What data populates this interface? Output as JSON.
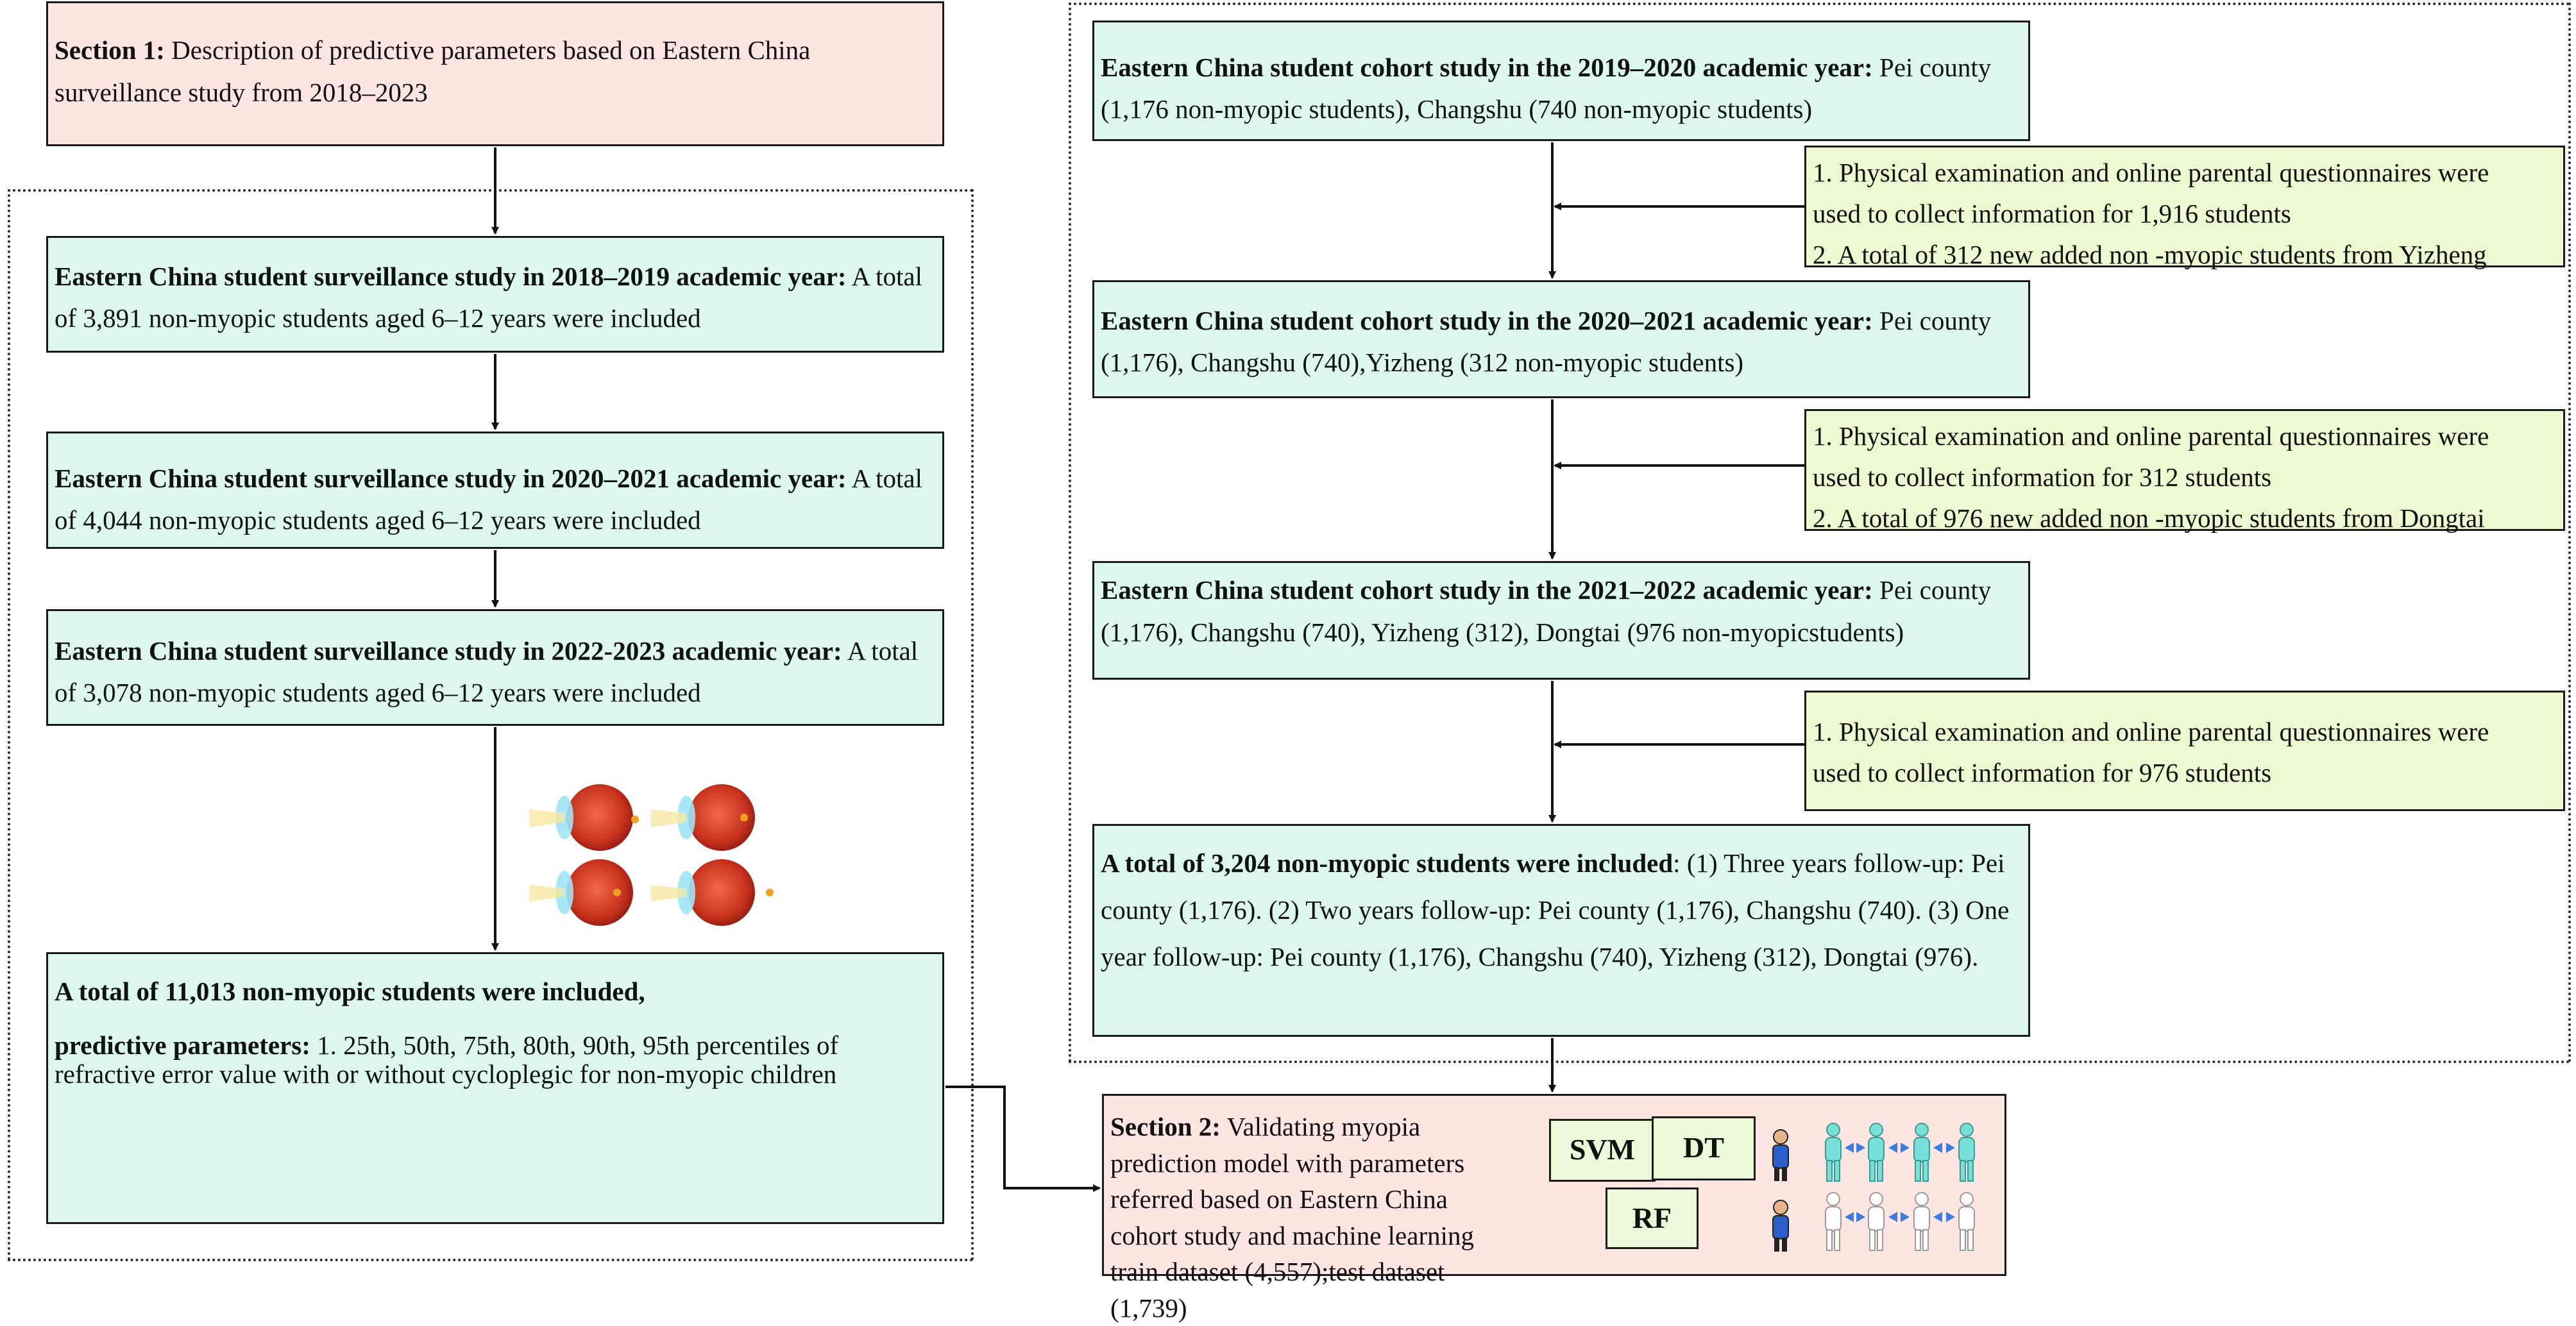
{
  "section1": {
    "label": "Section 1:",
    "text": "Description of predictive parameters based on Eastern China surveillance study from 2018–2023"
  },
  "left_boxes": [
    {
      "bold": "Eastern China student surveillance study in 2018–2019 academic year:",
      "text": "A total of 3,891 non-myopic students aged 6–12 years were included"
    },
    {
      "bold": "Eastern China student surveillance study in 2020–2021 academic year:",
      "text": "A total of 4,044 non-myopic students aged 6–12 years were included"
    },
    {
      "bold": "Eastern China student surveillance study in 2022-2023 academic year:",
      "text": "A total of 3,078 non-myopic students aged 6–12 years were included"
    }
  ],
  "left_total": {
    "bold1": "A total of 11,013 non-myopic students were included,",
    "bold2": "predictive parameters:",
    "text": "1. 25th, 50th, 75th, 80th, 90th, 95th percentiles of refractive error value with or without cycloplegic for non-myopic children"
  },
  "right_boxes": [
    {
      "bold": "Eastern China student cohort study in the 2019–2020 academic year:",
      "text": "Pei county (1,176 non-myopic students), Changshu (740 non-myopic students)"
    },
    {
      "bold": "Eastern China student cohort study in the 2020–2021 academic year:",
      "text": "Pei county (1,176), Changshu (740),Yizheng (312 non-myopic students)"
    },
    {
      "bold": "Eastern China student cohort study in the 2021–2022 academic year:",
      "text": "Pei county (1,176), Changshu (740), Yizheng (312), Dongtai (976 non-myopicstudents)"
    }
  ],
  "side_notes": [
    {
      "line1": "1. Physical examination and online parental questionnaires were",
      "line2": "used to collect  information  for 1,916 students",
      "line3": "2. A total of 312 new added non -myopic students from Yizheng"
    },
    {
      "line1": "1. Physical examination and online parental questionnaires were",
      "line2": "used to collect  information  for 312 students",
      "line3": "2. A total of 976 new added non -myopic students from Dongtai"
    },
    {
      "line1": "1. Physical examination and online parental questionnaires were",
      "line2": "used to collect  information  for 976 students",
      "line3": ""
    }
  ],
  "right_total": {
    "bold": "A total of 3,204 non-myopic students were included",
    "text": ": (1) Three years follow-up: Pei county (1,176). (2) Two years follow-up: Pei county (1,176), Changshu (740). (3) One year follow-up: Pei county (1,176), Changshu (740), Yizheng (312), Dongtai (976)."
  },
  "section2": {
    "label": "Section 2:",
    "text": "Validating myopia prediction model with parameters referred based on Eastern China cohort study and machine learning train dataset (4,557);test dataset (1,739)"
  },
  "models": {
    "svm": "SVM",
    "dt": "DT",
    "rf": "RF"
  },
  "colors": {
    "green": "#dcf8ec",
    "pink": "#fde6e1",
    "lime": "#eef8d0",
    "eye_red": "#c8321e",
    "figure_cyan": "#79e0d8",
    "arrow_blue": "#3b7de0"
  }
}
